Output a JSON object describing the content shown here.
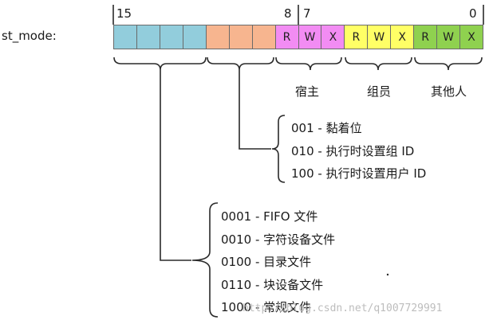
{
  "field_label": "st_mode:",
  "bit_markers": {
    "b15": "15",
    "b8": "8",
    "b7": "7",
    "b0": "0"
  },
  "bits": [
    {
      "label": "",
      "group": "type"
    },
    {
      "label": "",
      "group": "type"
    },
    {
      "label": "",
      "group": "type"
    },
    {
      "label": "",
      "group": "type"
    },
    {
      "label": "",
      "group": "special"
    },
    {
      "label": "",
      "group": "special"
    },
    {
      "label": "",
      "group": "special"
    },
    {
      "label": "R",
      "group": "owner"
    },
    {
      "label": "W",
      "group": "owner"
    },
    {
      "label": "X",
      "group": "owner"
    },
    {
      "label": "R",
      "group": "group"
    },
    {
      "label": "W",
      "group": "group"
    },
    {
      "label": "X",
      "group": "group"
    },
    {
      "label": "R",
      "group": "other"
    },
    {
      "label": "W",
      "group": "other"
    },
    {
      "label": "X",
      "group": "other"
    }
  ],
  "colors": {
    "type": "#92cddc",
    "special": "#f7b58f",
    "owner": "#f28cf3",
    "group": "#ffff66",
    "other": "#8fd14f",
    "line": "#2a2a2a"
  },
  "perm_labels": {
    "owner": "宿主",
    "group": "组员",
    "other": "其他人"
  },
  "special_bits": [
    "001 - 黏着位",
    "010 - 执行时设置组 ID",
    "100 - 执行时设置用户 ID"
  ],
  "file_types": [
    "0001 - FIFO 文件",
    "0010 - 字符设备文件",
    "0100 - 目录文件",
    "0110 - 块设备文件",
    "1000 - 常规文件"
  ],
  "watermark": "http://blog.csdn.net/q1007729991"
}
